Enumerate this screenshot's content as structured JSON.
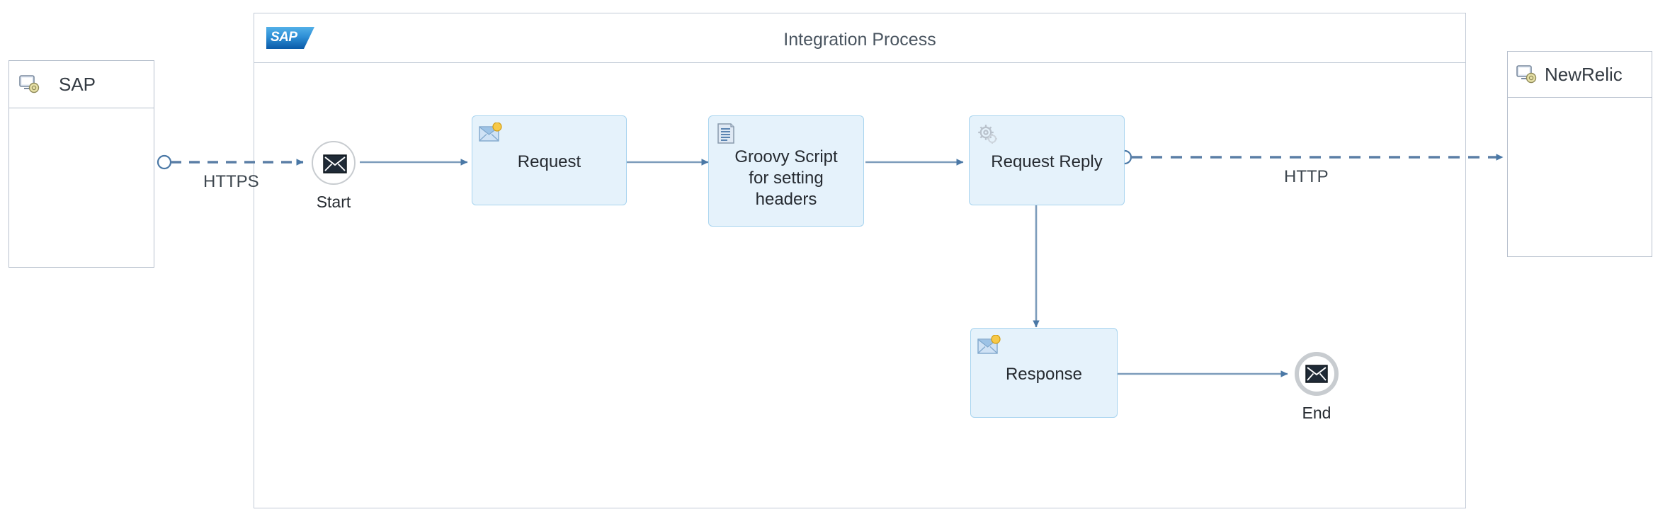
{
  "diagram": {
    "type": "bpmn-integration-flow",
    "title": "Integration Process"
  },
  "participants": [
    {
      "id": "sender",
      "name": "SAP",
      "icon": "system-participant-icon",
      "role": "sender"
    },
    {
      "id": "receiver",
      "name": "NewRelic",
      "icon": "system-participant-icon",
      "role": "receiver"
    }
  ],
  "pool": {
    "title": "Integration Process",
    "logo": "sap-logo",
    "logo_text": "SAP"
  },
  "events": [
    {
      "id": "start",
      "label": "Start",
      "icon": "envelope-icon",
      "type": "message-start-event"
    },
    {
      "id": "end",
      "label": "End",
      "icon": "envelope-icon",
      "type": "message-end-event"
    }
  ],
  "steps": [
    {
      "id": "request",
      "label": "Request",
      "icon": "message-mapping-icon"
    },
    {
      "id": "groovy",
      "label": "Groovy Script for setting headers",
      "label_lines": [
        "Groovy Script",
        "for setting",
        "headers"
      ],
      "icon": "script-icon"
    },
    {
      "id": "request-reply",
      "label": "Request Reply",
      "icon": "gear-icon"
    },
    {
      "id": "response",
      "label": "Response",
      "icon": "message-mapping-icon"
    }
  ],
  "message_flows": [
    {
      "id": "inbound",
      "label": "HTTPS",
      "from": "SAP",
      "to": "Start",
      "style": "dashed"
    },
    {
      "id": "outbound",
      "label": "HTTP",
      "from": "Request Reply",
      "to": "NewRelic",
      "style": "dashed"
    }
  ],
  "sequence_flows": [
    {
      "from": "Start",
      "to": "Request"
    },
    {
      "from": "Request",
      "to": "Groovy Script for setting headers"
    },
    {
      "from": "Groovy Script for setting headers",
      "to": "Request Reply"
    },
    {
      "from": "Request Reply",
      "to": "Response"
    },
    {
      "from": "Response",
      "to": "End"
    }
  ],
  "colors": {
    "step_fill": "#e5f2fb",
    "step_border": "#a8d4ef",
    "connector": "#5b7fa6",
    "pool_border": "#c2cad6",
    "badge": "#f5c542"
  }
}
